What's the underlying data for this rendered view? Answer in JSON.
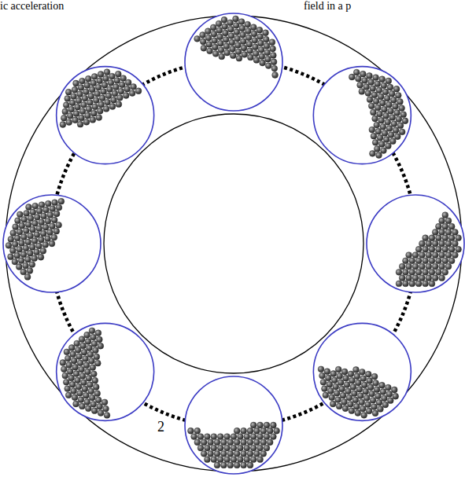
{
  "diagram": {
    "labels": [
      "ic acceleration",
      "field in a p",
      "2"
    ]
  }
}
